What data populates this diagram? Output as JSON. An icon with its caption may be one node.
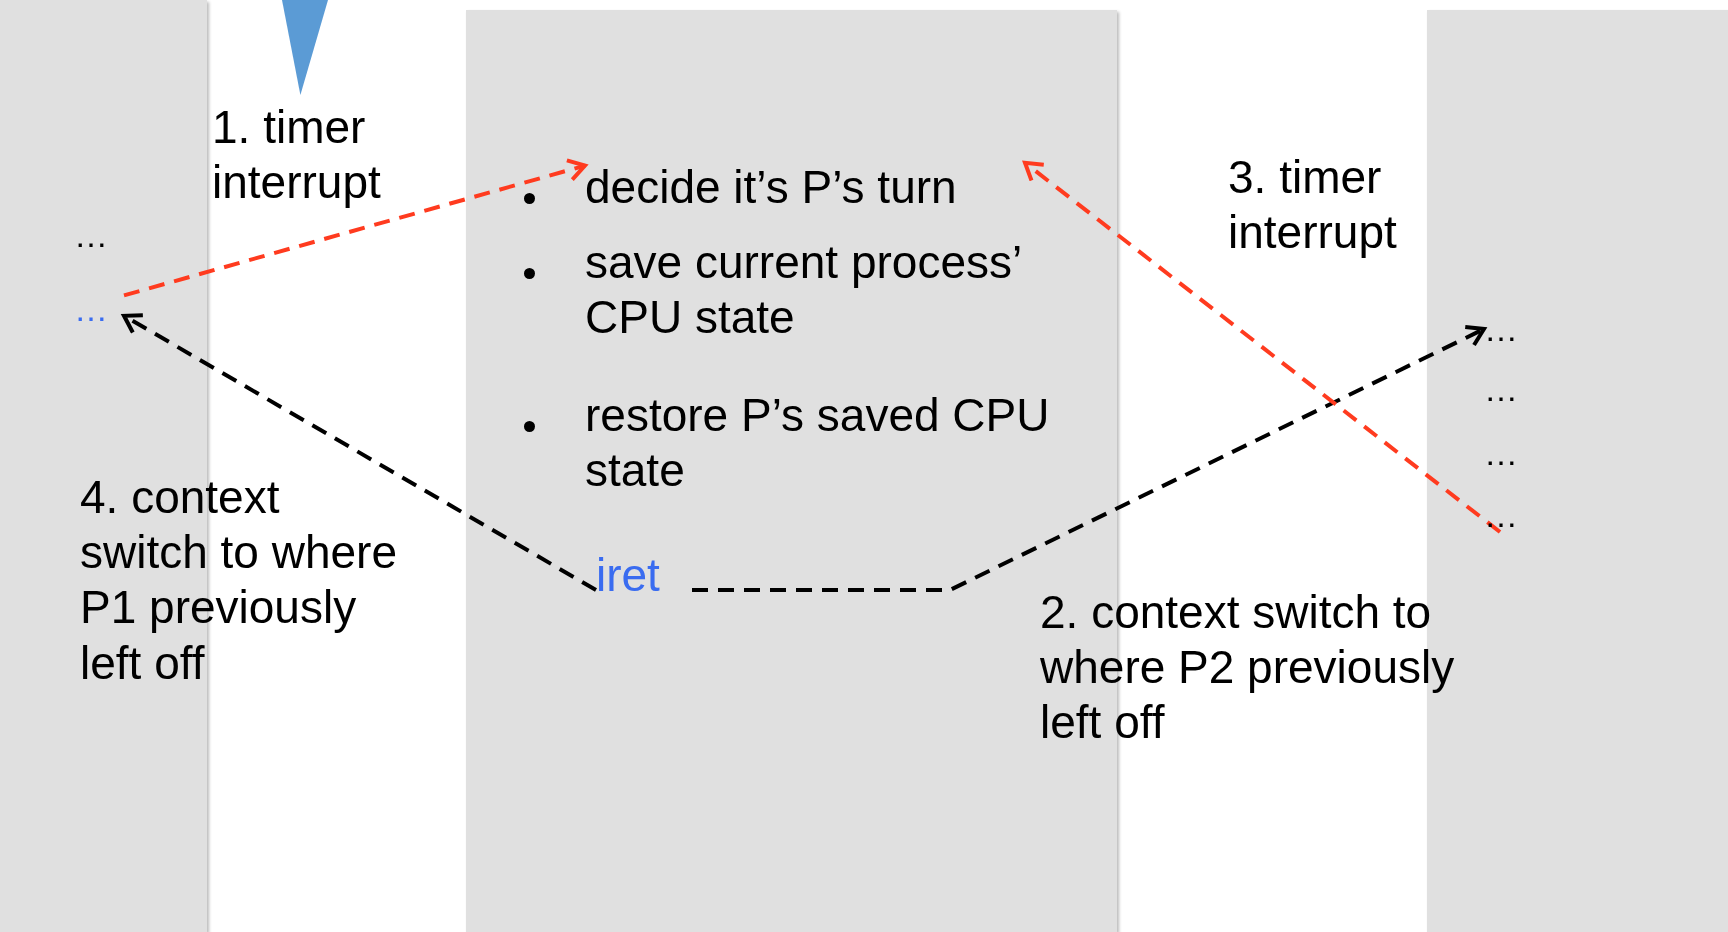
{
  "diagram": {
    "nodes": [
      {
        "text": [],
        "shape": "box"
      },
      {
        "text": [
          "…"
        ],
        "in": 0
      },
      {
        "text": [
          "…"
        ],
        "in": 0
      },
      {
        "text": [],
        "shape": "box"
      },
      {
        "text": [
          "decide it’s P’s turn"
        ],
        "in": 3
      },
      {
        "text": [
          "save current process’ CPU state"
        ],
        "in": 3
      },
      {
        "text": [
          "restore P’s saved CPU state"
        ],
        "in": 3
      },
      {
        "text": [
          "iret"
        ],
        "in": 3
      },
      {
        "text": [],
        "shape": "box"
      },
      {
        "text": [
          "…"
        ],
        "in": 8
      },
      {
        "text": [
          "…"
        ],
        "in": 8
      },
      {
        "text": [
          "…"
        ],
        "in": 8
      },
      {
        "text": [
          "…"
        ],
        "in": 8
      },
      {
        "text": [],
        "shape": "triangle"
      }
    ],
    "edges": [
      {
        "from": 2,
        "to": 4,
        "arrow": "to",
        "label": "1. timer interrupt",
        "style": "dashed",
        "color": "#ff3b1f"
      },
      {
        "from": 7,
        "to": 9,
        "arrow": "to",
        "label": "2. context switch to where P2 previously left off",
        "style": "dashed",
        "color": "#000000"
      },
      {
        "from": 12,
        "to": 4,
        "arrow": "to",
        "label": "3. timer interrupt",
        "style": "dashed",
        "color": "#ff3b1f"
      },
      {
        "from": 7,
        "to": 2,
        "arrow": "to",
        "label": "4. context switch to where P1 previously left off",
        "style": "dashed",
        "color": "#000000"
      }
    ]
  }
}
